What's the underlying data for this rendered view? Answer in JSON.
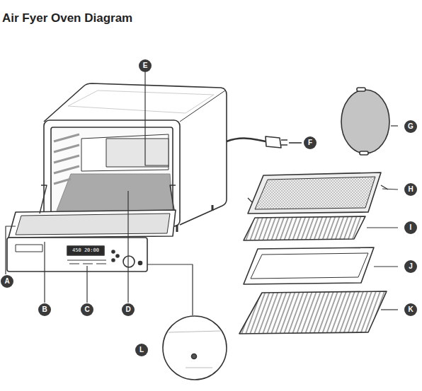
{
  "diagram": {
    "title": "Air Fyer Oven Diagram",
    "labels": [
      "E",
      "F",
      "G",
      "H",
      "I",
      "J",
      "K",
      "A",
      "B",
      "C",
      "D",
      "L",
      "450 20:00"
    ]
  }
}
